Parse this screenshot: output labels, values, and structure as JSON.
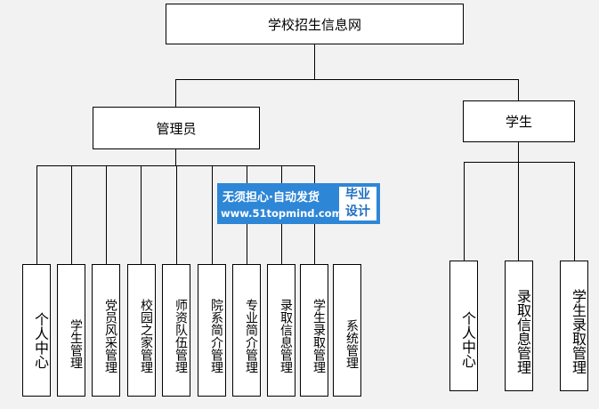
{
  "root": {
    "label": "学校招生信息网"
  },
  "admin": {
    "label": "管理员",
    "children": [
      "个人中心",
      "学生管理",
      "党员风采管理",
      "校园之家管理",
      "师资队伍管理",
      "院系简介管理",
      "专业简介管理",
      "录取信息管理",
      "学生录取管理",
      "系统管理"
    ]
  },
  "student": {
    "label": "学生",
    "children": [
      "个人中心",
      "录取信息管理",
      "学生录取管理"
    ]
  },
  "watermark": {
    "line1": "无须担心·自动发货",
    "line2": "www.51topmind.com",
    "side_line1": "毕业",
    "side_line2": "设计"
  }
}
